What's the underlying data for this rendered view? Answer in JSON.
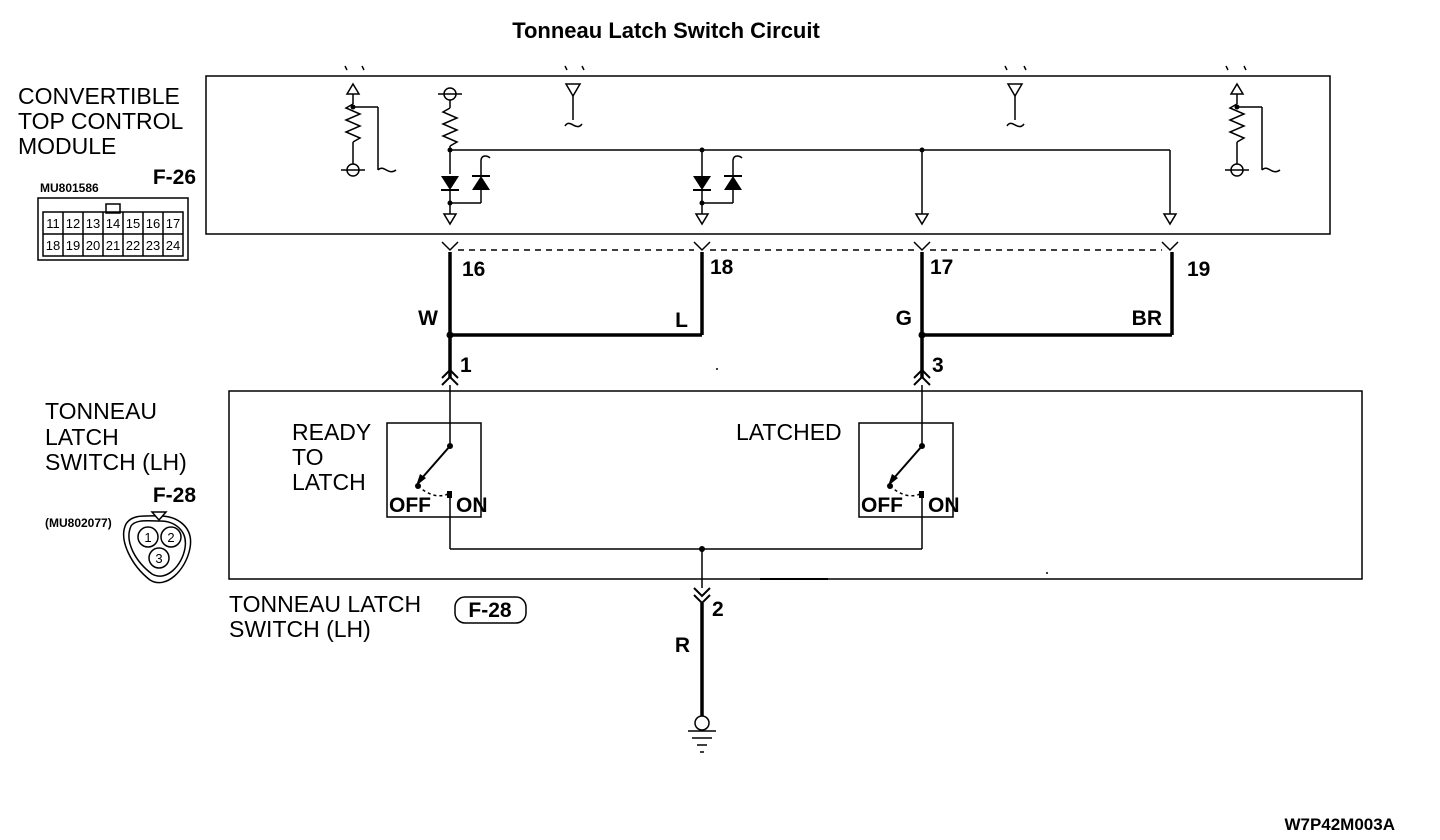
{
  "title": "Tonneau Latch Switch Circuit",
  "module": {
    "label_lines": [
      "CONVERTIBLE",
      "TOP CONTROL",
      "MODULE"
    ],
    "connector_code": "F-26",
    "part_number": "MU801586",
    "connector_pins_top": [
      "11",
      "12",
      "13",
      "14",
      "15",
      "16",
      "17"
    ],
    "connector_pins_bottom": [
      "18",
      "19",
      "20",
      "21",
      "22",
      "23",
      "24"
    ],
    "terminals": [
      "16",
      "18",
      "17",
      "19"
    ]
  },
  "wires": {
    "w": "W",
    "l": "L",
    "g": "G",
    "br": "BR",
    "r": "R"
  },
  "switch": {
    "label_lines": [
      "TONNEAU",
      "LATCH",
      "SWITCH (LH)"
    ],
    "connector_code": "F-28",
    "part_number": "(MU802077)",
    "connector_pins": [
      "1",
      "2",
      "3"
    ],
    "terminal_1": "1",
    "terminal_3": "3",
    "terminal_2": "2",
    "ready_lines": [
      "READY",
      "TO",
      "LATCH"
    ],
    "latched": "LATCHED",
    "off": "OFF",
    "on": "ON",
    "bottom_label_lines": [
      "TONNEAU LATCH",
      "SWITCH (LH)"
    ],
    "bottom_code": "F-28"
  },
  "figure_code": "W7P42M003A"
}
